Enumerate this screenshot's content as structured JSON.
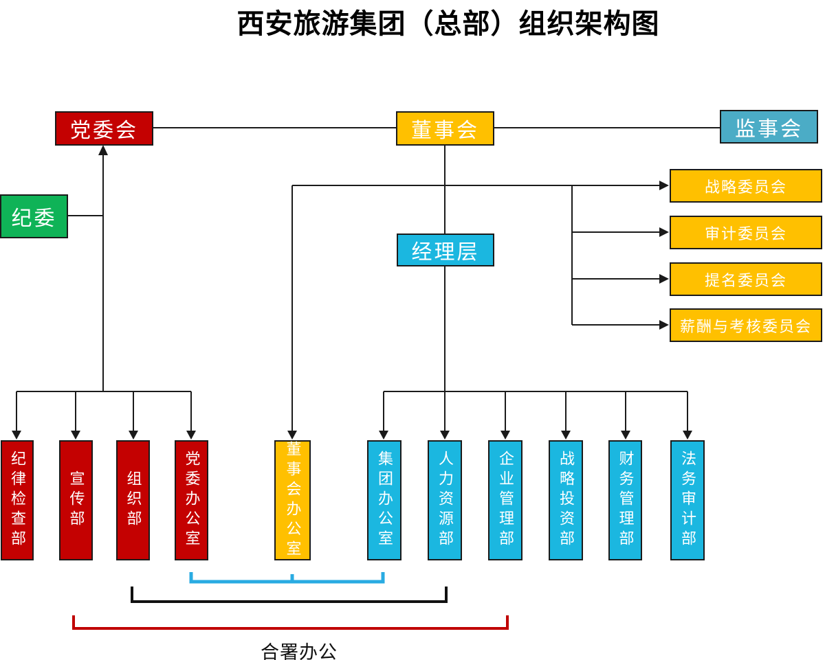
{
  "title": "西安旅游集团（总部）组织架构图",
  "nodes": {
    "party_committee": {
      "label": "党委会"
    },
    "board": {
      "label": "董事会"
    },
    "supervisory_board": {
      "label": "监事会"
    },
    "discipline_committee": {
      "label": "纪委"
    },
    "management_level": {
      "label": "经理层"
    },
    "committees": [
      {
        "label": "战略委员会"
      },
      {
        "label": "审计委员会"
      },
      {
        "label": "提名委员会"
      },
      {
        "label": "薪酬与考核委员会"
      }
    ],
    "party_departments": [
      {
        "label": "纪律检查部"
      },
      {
        "label": "宣传部"
      },
      {
        "label": "组织部"
      },
      {
        "label": "党委办公室"
      }
    ],
    "board_office": {
      "label": "董事会办公室"
    },
    "management_departments": [
      {
        "label": "集团办公室"
      },
      {
        "label": "人力资源部"
      },
      {
        "label": "企业管理部"
      },
      {
        "label": "战略投资部"
      },
      {
        "label": "财务管理部"
      },
      {
        "label": "法务审计部"
      }
    ]
  },
  "footer": {
    "joint_office_label": "合署办公"
  },
  "colors": {
    "box_red": "#C40101",
    "box_gold": "#FFC000",
    "box_green": "#0FB357",
    "box_steel_blue": "#4BACC6",
    "box_cyan": "#1BB7E0",
    "line": "#1A1A1A",
    "bracket_blue": "#29ABE2",
    "bracket_black": "#111111",
    "bracket_red": "#C00000",
    "text_on_box": "#FFFFFF"
  }
}
